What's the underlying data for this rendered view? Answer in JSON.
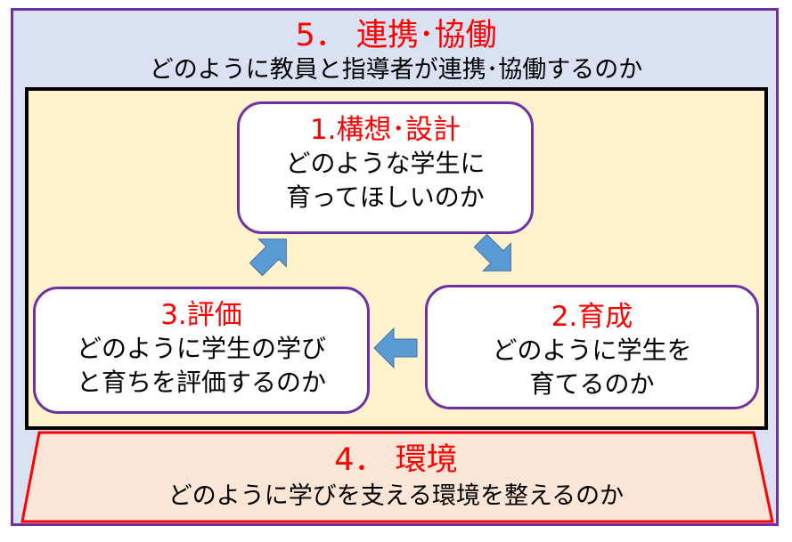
{
  "colors": {
    "outer_fill": "#d9e1f2",
    "outer_border": "#7030a0",
    "inner_fill": "#fff2cc",
    "inner_border": "#000000",
    "box_border": "#7030a0",
    "heading": "#ff0000",
    "arrow": "#5b9bd5",
    "env_fill": "#fbe5d6",
    "env_border": "#ff0000"
  },
  "collaboration": {
    "heading": "5． 連携･協働",
    "question": "どのように教員と指導者が連携･協働するのか"
  },
  "cycle": {
    "design": {
      "heading": "1.構想･設計",
      "lines": [
        "どのような学生に",
        "育ってほしいのか"
      ]
    },
    "development": {
      "heading": "2.育成",
      "lines": [
        "どのように学生を",
        "育てるのか"
      ]
    },
    "evaluation": {
      "heading": "3.評価",
      "lines": [
        "どのように学生の学び",
        "と育ちを評価するのか"
      ]
    },
    "arrow_icon": "block-arrow-icon"
  },
  "environment": {
    "heading": "4． 環境",
    "question": "どのように学びを支える環境を整えるのか"
  }
}
